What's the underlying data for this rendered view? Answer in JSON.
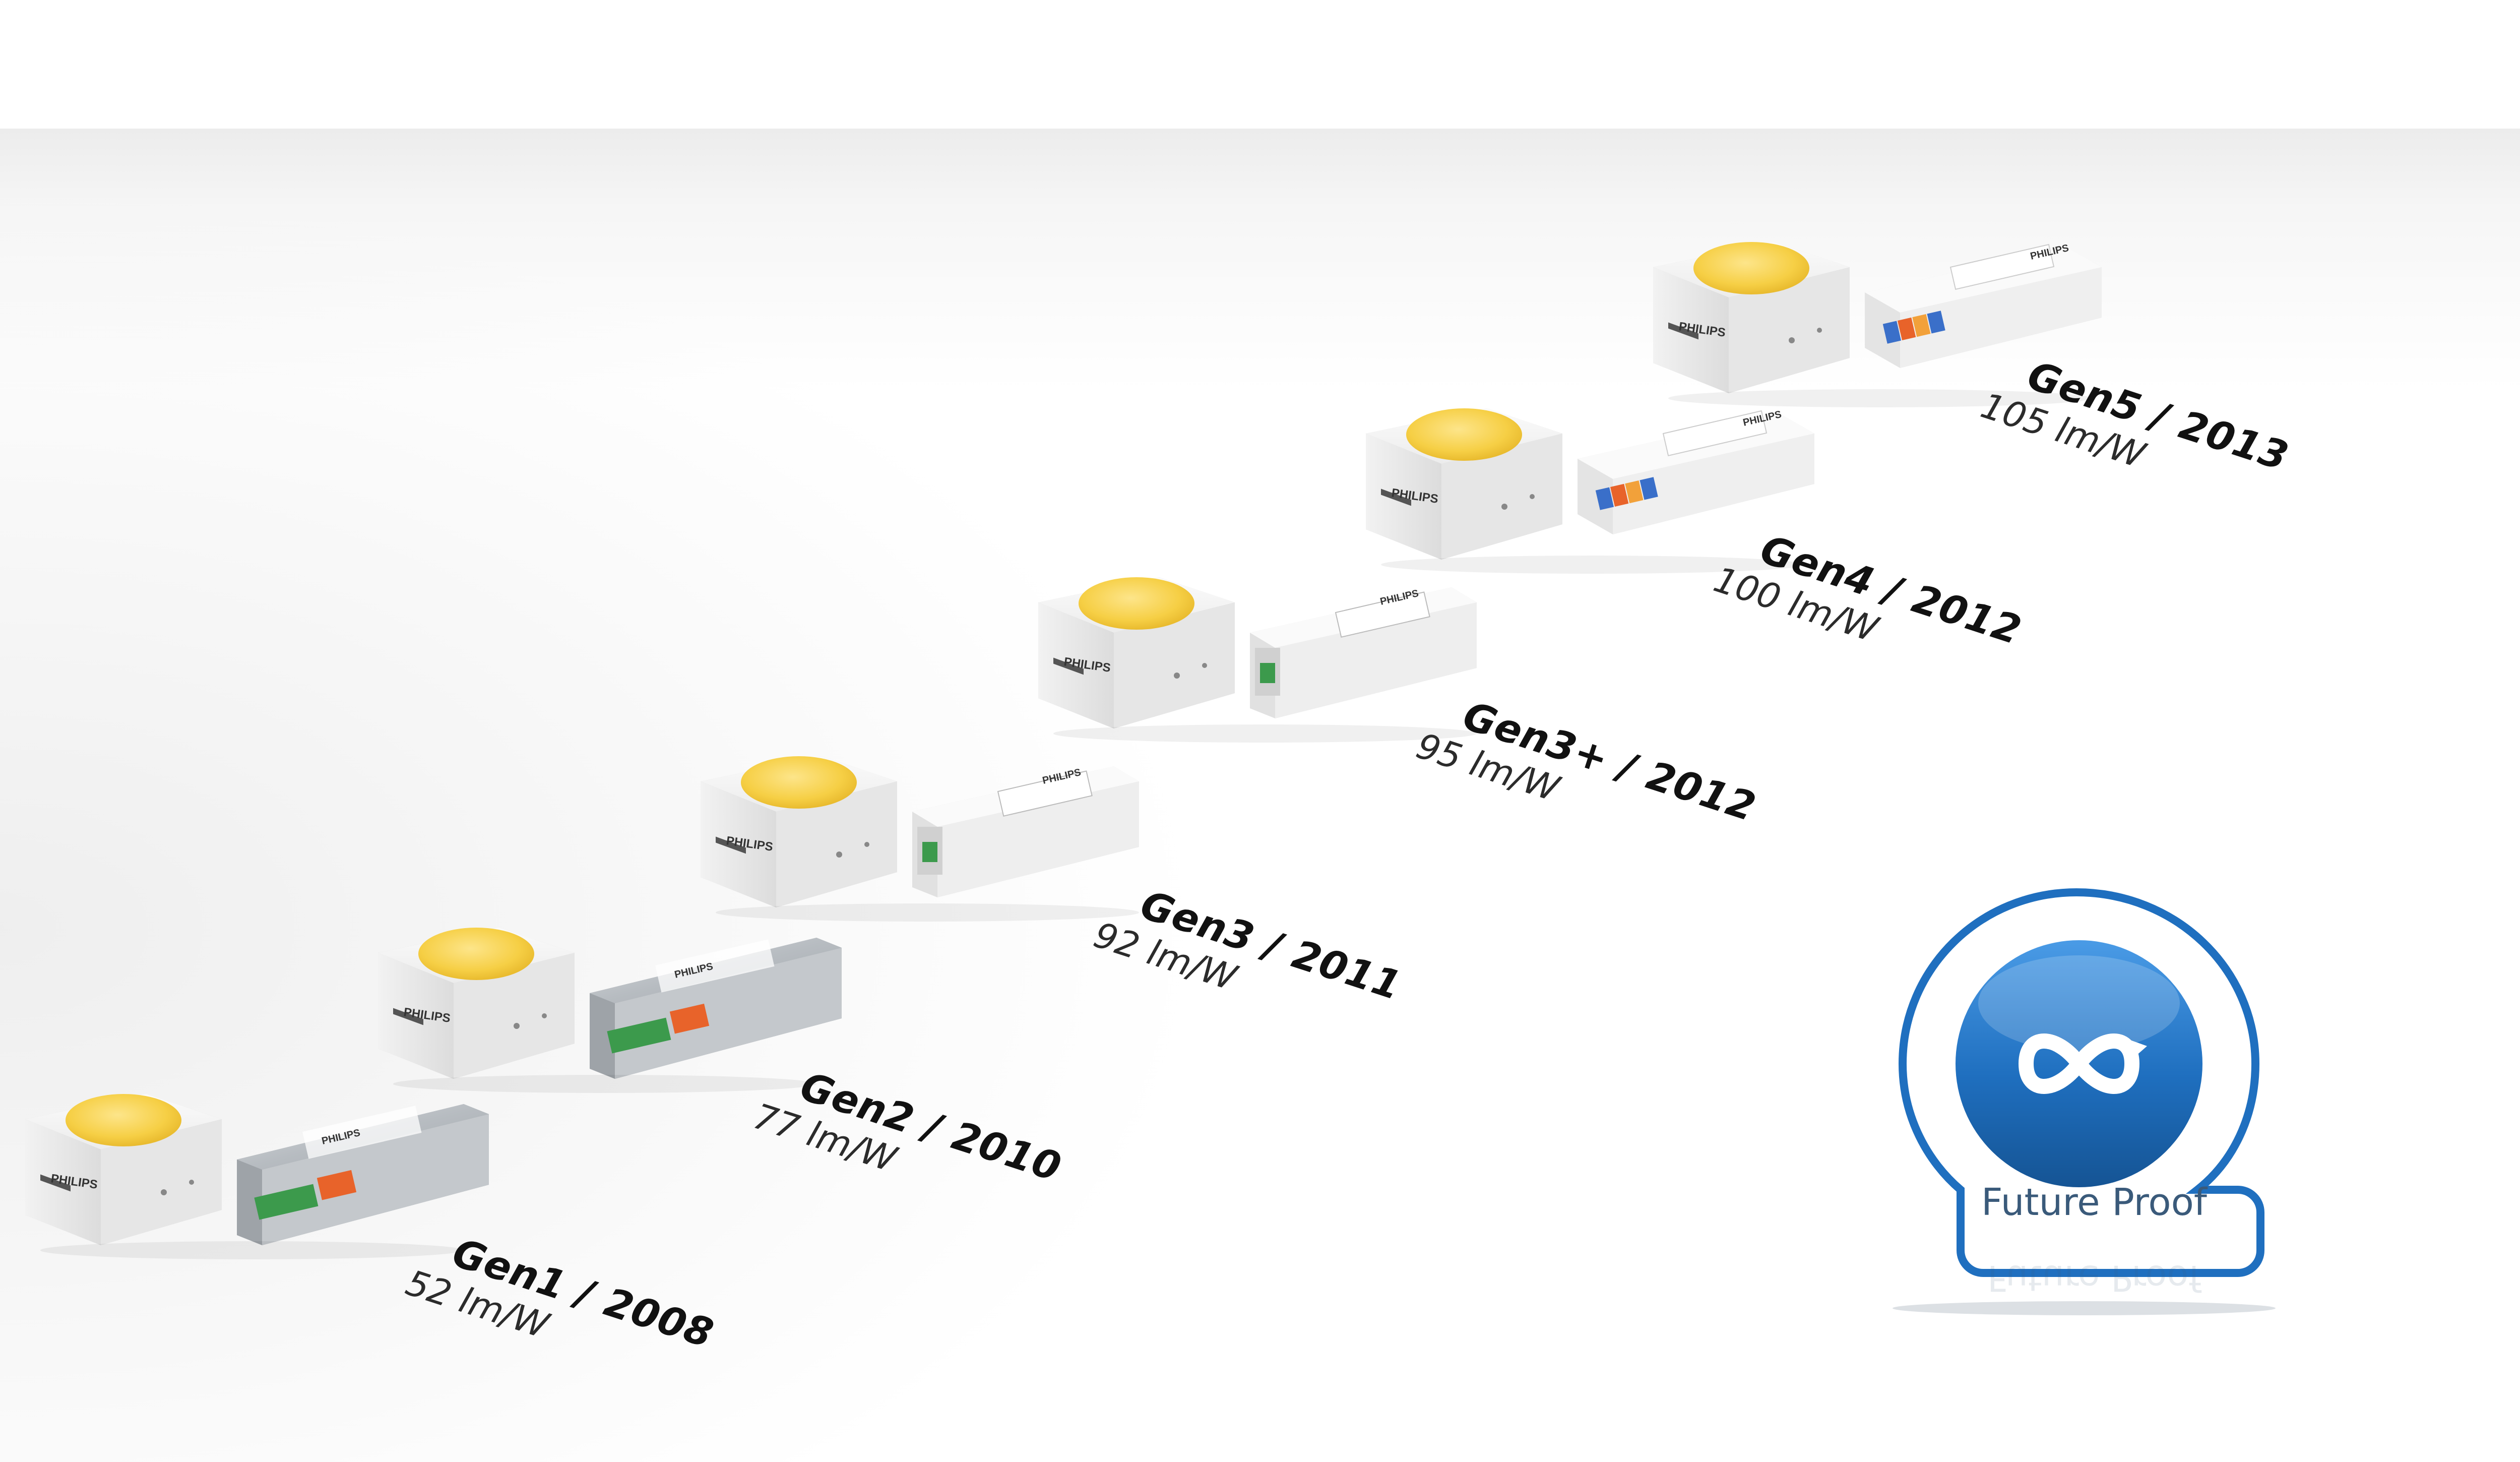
{
  "brand": "PHILIPS",
  "generations": [
    {
      "title": "Gen1 / 2008",
      "efficacy": "52 lm/W"
    },
    {
      "title": "Gen2 / 2010",
      "efficacy": "77 lm/W"
    },
    {
      "title": "Gen3 / 2011",
      "efficacy": "92 lm/W"
    },
    {
      "title": "Gen3+ / 2012",
      "efficacy": "95 lm/W"
    },
    {
      "title": "Gen4 / 2012",
      "efficacy": "100 lm/W"
    },
    {
      "title": "Gen5 / 2013",
      "efficacy": "105 lm/W"
    }
  ],
  "badge": {
    "label": "Future Proof",
    "icon": "infinity-arrows-icon"
  },
  "colors": {
    "led_yellow": "#f7d34b",
    "badge_blue": "#1f6fbf",
    "driver_metal": "#bfc4c8",
    "driver_white": "#f4f4f4",
    "terminal_green": "#3c9a4c",
    "terminal_orange": "#e8632a",
    "terminal_blue": "#3a6fc9"
  }
}
